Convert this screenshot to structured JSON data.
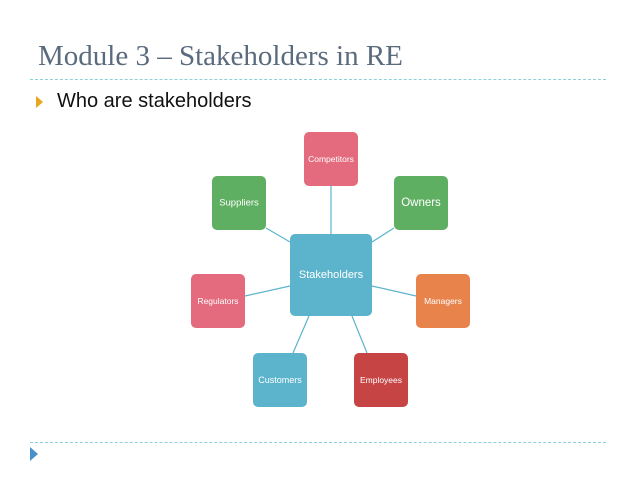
{
  "slide": {
    "title": "Module 3 – Stakeholders in RE",
    "bullet": "Who are stakeholders"
  },
  "diagram": {
    "center": {
      "label": "Stakeholders",
      "color": "#5cb4cc"
    },
    "nodes": [
      {
        "id": "competitors",
        "label": "Competitors",
        "color": "#e36b7d"
      },
      {
        "id": "owners",
        "label": "Owners",
        "color": "#5faf63"
      },
      {
        "id": "managers",
        "label": "Managers",
        "color": "#e8834c"
      },
      {
        "id": "employees",
        "label": "Employees",
        "color": "#c74444"
      },
      {
        "id": "customers",
        "label": "Customers",
        "color": "#5cb4cc"
      },
      {
        "id": "regulators",
        "label": "Regulators",
        "color": "#e36b7d"
      },
      {
        "id": "suppliers",
        "label": "Suppliers",
        "color": "#5faf63"
      }
    ],
    "connector_color": "#5cb4cc"
  }
}
